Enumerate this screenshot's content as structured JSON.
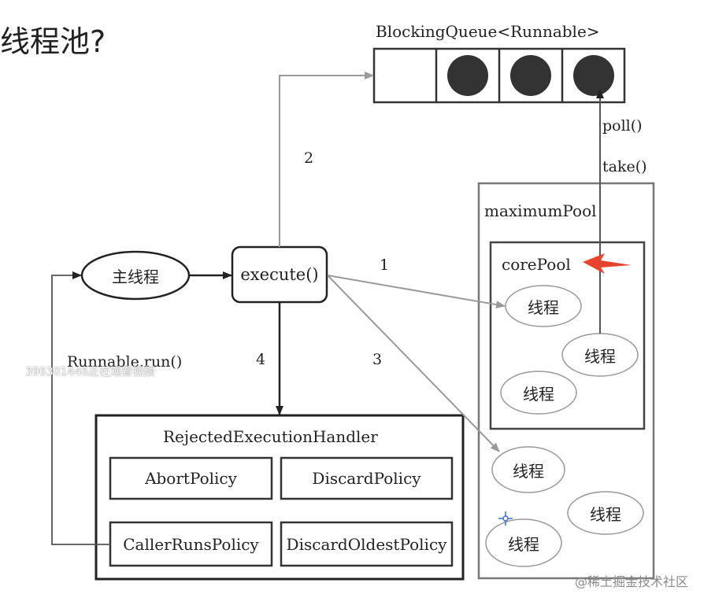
{
  "page_title": "线程池?",
  "queue": {
    "label": "BlockingQueue<Runnable>"
  },
  "nodes": {
    "main_thread": "主线程",
    "execute": "execute()",
    "maximum_pool": "maximumPool",
    "core_pool": "corePool",
    "thread": "线程"
  },
  "edge_labels": {
    "step1": "1",
    "step2": "2",
    "step3": "3",
    "step4": "4",
    "poll": "poll()",
    "take": "take()",
    "runnable_run": "Runnable.run()"
  },
  "handler": {
    "title": "RejectedExecutionHandler",
    "policies": [
      "AbortPolicy",
      "DiscardPolicy",
      "CallerRunsPolicy",
      "DiscardOldestPolicy"
    ]
  },
  "overlay_text": "396301446正在观看视频",
  "watermark": "@稀土掘金技术社区",
  "colors": {
    "gray_arrow": "#9a9a9a",
    "dark": "#222222",
    "red_marker": "#e8432f",
    "ball": "#333333"
  }
}
